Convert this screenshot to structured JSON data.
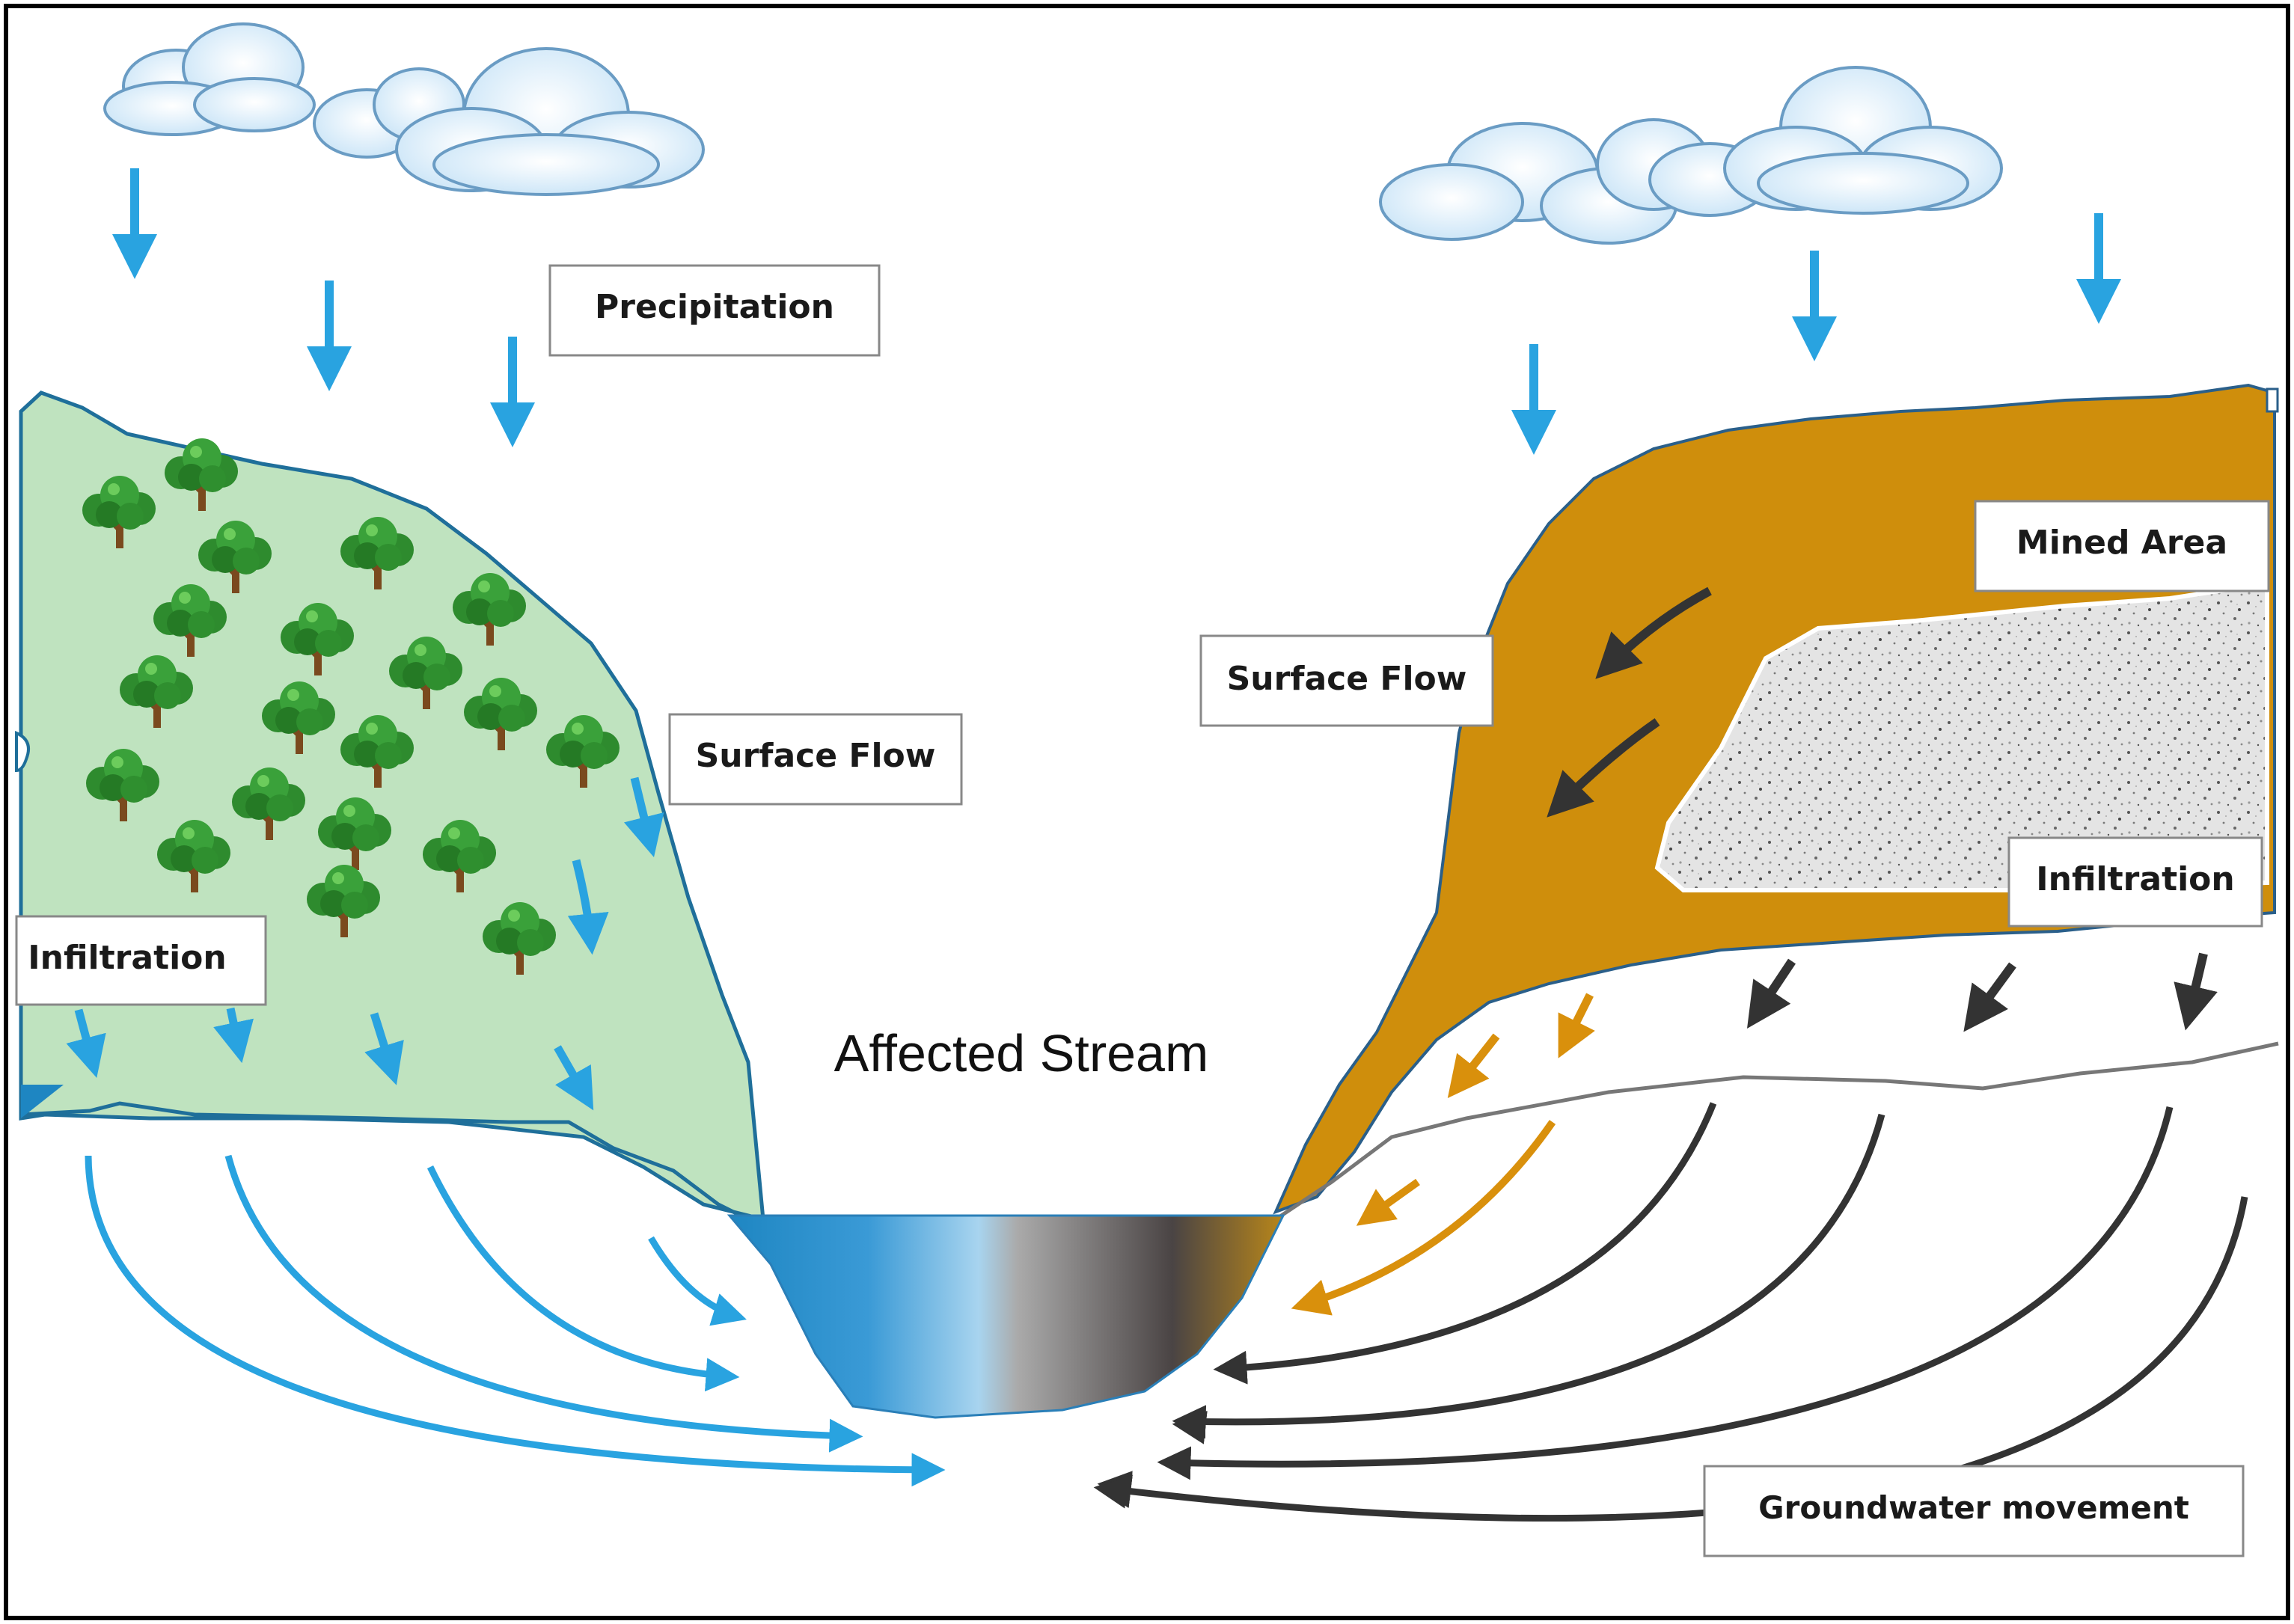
{
  "labels": {
    "precipitation": "Precipitation",
    "surface_flow_left": "Surface Flow",
    "infiltration_left": "Infiltration",
    "affected_stream": "Affected Stream",
    "surface_flow_right": "Surface Flow",
    "mined_area": "Mined Area",
    "infiltration_right": "Infiltration",
    "groundwater_movement": "Groundwater movement"
  },
  "colors": {
    "water_arrow": "#29a3e0",
    "forest_fill": "#bfe3bf",
    "forest_edge": "#1f6f9a",
    "mined_fill": "#cf8e0c",
    "polluted_arrow": "#333333",
    "ochre_arrow": "#d9900c",
    "tree_green": "#2e8b2e",
    "trunk": "#7a4a1e"
  },
  "icons": {
    "cloud": "cloud-icon",
    "tree": "tree-icon",
    "mine": "mined-area-texture"
  }
}
